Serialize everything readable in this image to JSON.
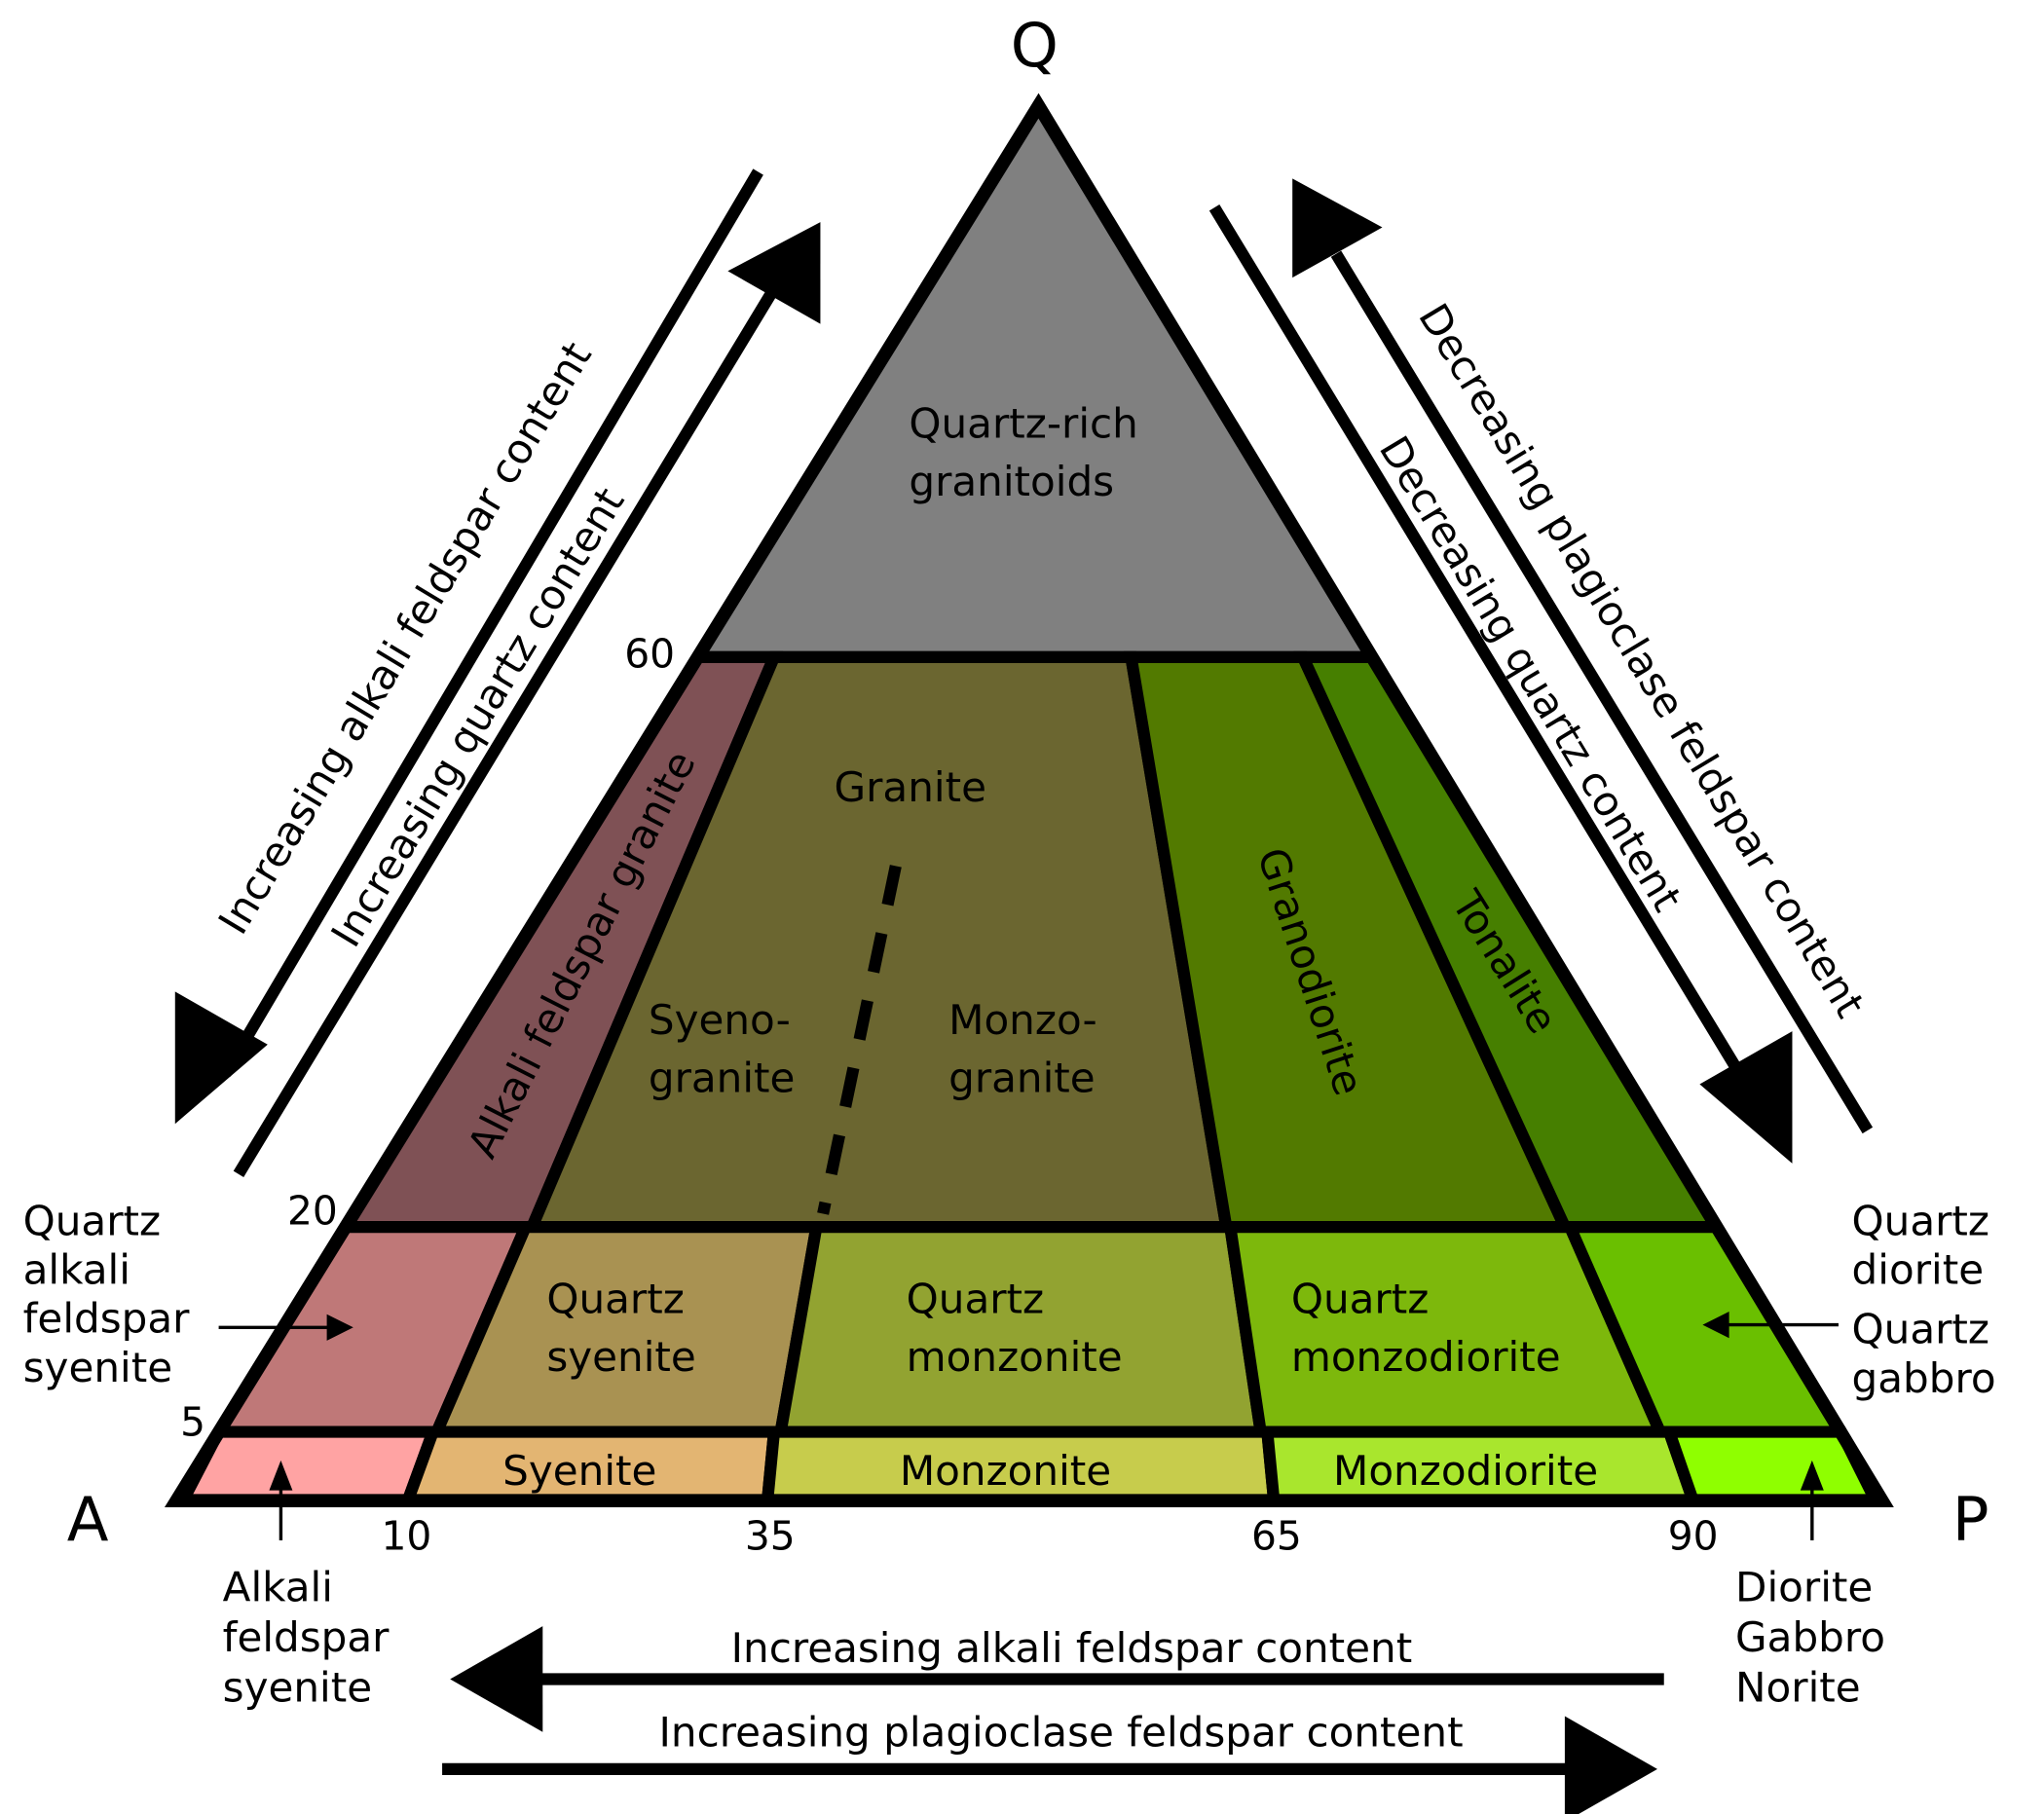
{
  "vertices": {
    "top": "Q",
    "left": "A",
    "right": "P"
  },
  "ticks": {
    "q": [
      "60",
      "20",
      "5"
    ],
    "p": [
      "10",
      "35",
      "65",
      "90"
    ]
  },
  "regions": [
    {
      "id": "quartz-rich",
      "lines": [
        "Quartz-rich",
        "granitoids"
      ],
      "color": "#808080"
    },
    {
      "id": "alkali-feldspar-granite",
      "lines": [
        "Alkali feldspar granite"
      ],
      "color": "#7f5155"
    },
    {
      "id": "granite",
      "lines": [
        "Granite"
      ],
      "color": "#6b6630"
    },
    {
      "id": "syenogranite",
      "lines": [
        "Syeno-",
        "granite"
      ]
    },
    {
      "id": "monzogranite",
      "lines": [
        "Monzo-",
        "granite"
      ]
    },
    {
      "id": "granodiorite",
      "lines": [
        "Granodiorite"
      ],
      "color": "#527a00"
    },
    {
      "id": "tonalite",
      "lines": [
        "Tonalite"
      ],
      "color": "#467f00"
    },
    {
      "id": "quartz-alkali-feldspar-syenite",
      "lines": [
        "Quartz",
        "alkali",
        "feldspar",
        "syenite"
      ],
      "color": "#bf7878"
    },
    {
      "id": "quartz-syenite",
      "lines": [
        "Quartz",
        "syenite"
      ],
      "color": "#a99252"
    },
    {
      "id": "quartz-monzonite",
      "lines": [
        "Quartz",
        "monzonite"
      ],
      "color": "#92a331"
    },
    {
      "id": "quartz-monzodiorite",
      "lines": [
        "Quartz",
        "monzodiorite"
      ],
      "color": "#7db80c"
    },
    {
      "id": "quartz-diorite-gabbro",
      "lines": [
        "Quartz",
        "diorite",
        "Quartz",
        "gabbro"
      ],
      "color": "#6abf00"
    },
    {
      "id": "alkali-feldspar-syenite",
      "lines": [
        "Alkali",
        "feldspar",
        "syenite"
      ],
      "color": "#ffa3a3"
    },
    {
      "id": "syenite",
      "lines": [
        "Syenite"
      ],
      "color": "#e3b572"
    },
    {
      "id": "monzonite",
      "lines": [
        "Monzonite"
      ],
      "color": "#c7cc4c"
    },
    {
      "id": "monzodiorite",
      "lines": [
        "Monzodiorite"
      ],
      "color": "#a9e62d"
    },
    {
      "id": "diorite-gabbro-norite",
      "lines": [
        "Diorite",
        "Gabbro",
        "Norite"
      ],
      "color": "#8fff00"
    }
  ],
  "arrows": {
    "left_down": "Increasing alkali feldspar content",
    "left_up": "Increasing quartz content",
    "right_up": "Decreasing plagioclase feldspar content",
    "right_down": "Decreasing quartz content",
    "bottom_left": "Increasing alkali feldspar content",
    "bottom_right": "Increasing plagioclase feldspar content"
  }
}
